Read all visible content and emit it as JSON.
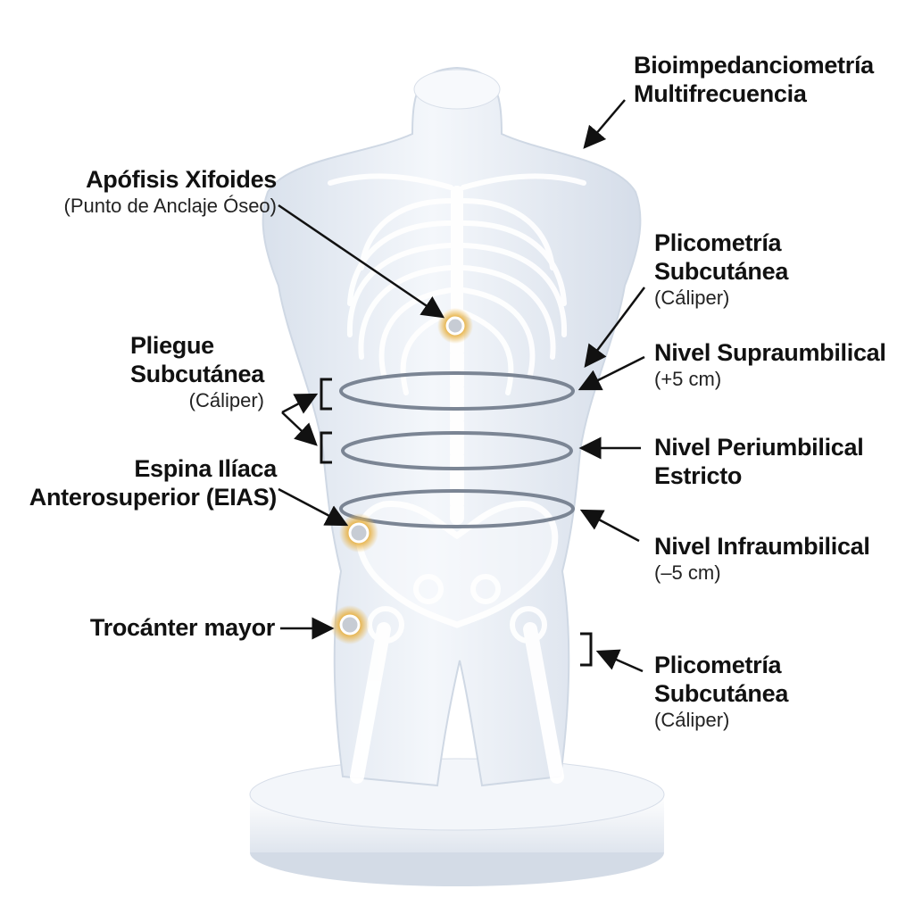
{
  "labels": {
    "bioimpedancia": {
      "line1": "Bioimpedanciometría",
      "line2": "Multifrecuencia"
    },
    "xifoides": {
      "title": "Apófisis Xifoides",
      "sub": "(Punto de Anclaje Óseo)"
    },
    "plicometria_upper": {
      "line1": "Plicometría",
      "line2": "Subcutánea",
      "sub": "(Cáliper)"
    },
    "pliegue": {
      "line1": "Pliegue",
      "line2": "Subcutánea",
      "sub": "(Cáliper)"
    },
    "supraumbilical": {
      "title": "Nivel Supraumbilical",
      "sub": "(+5 cm)"
    },
    "periumbilical": {
      "line1": "Nivel Periumbilical",
      "line2": "Estricto"
    },
    "eias": {
      "line1": "Espina Ilíaca",
      "line2": "Anterosuperior (EIAS)"
    },
    "infraumbilical": {
      "title": "Nivel Infraumbilical",
      "sub": "(–5 cm)"
    },
    "trocanter": {
      "title": "Trocánter mayor"
    },
    "plicometria_lower": {
      "line1": "Plicometría",
      "line2": "Subcutánea",
      "sub": "(Cáliper)"
    }
  },
  "colors": {
    "text": "#111111",
    "arrow": "#111111",
    "model": "#e9eef5",
    "bone": "#f7f9fc",
    "marker": "#d9a441"
  }
}
